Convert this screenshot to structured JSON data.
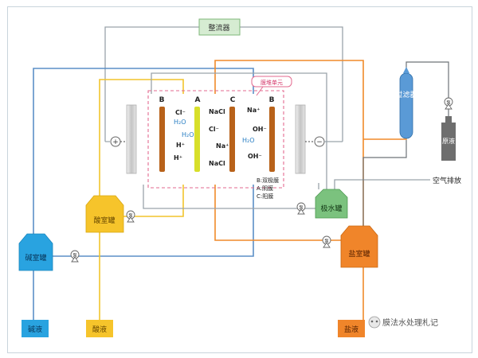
{
  "diagram": {
    "rectifier": "整流器",
    "membrane_stack_label": "膜堆单元",
    "membrane_letters": {
      "left_b": "B",
      "a": "A",
      "c": "C",
      "right_b": "B"
    },
    "ion_labels": {
      "cl_left": "Cl⁻",
      "h2o_1": "H₂O",
      "h_plus_1": "H⁺",
      "h_plus_2": "H⁺",
      "nacl_top": "NaCl",
      "cl_mid": "Cl⁻",
      "na_mid": "Na⁺",
      "nacl_bottom": "NaCl",
      "na_right": "Na⁺",
      "oh_1": "OH⁻",
      "h2o_2": "H₂O",
      "oh_2": "OH⁻",
      "h2o_3": "H₂O"
    },
    "legend": {
      "b": "B:双极膜",
      "a": "A:阴膜",
      "c": "C:阳膜"
    },
    "tanks": {
      "acid_tank": "酸室罐",
      "alkali_tank": "碱室罐",
      "salt_tank": "盐室罐",
      "electrode_tank": "极水罐",
      "raw_liquid": "原液",
      "filter": "过滤器",
      "alkali_liquid": "碱液",
      "acid_liquid": "酸液",
      "salt_liquid": "盐液"
    },
    "pump_label": "泵",
    "air_exhaust": "空气排放",
    "electrode_signs": {
      "positive": "+",
      "negative": "−"
    },
    "watermark": "膜法水处理札记",
    "colors": {
      "rectifier_fill": "#d6ecd2",
      "line_blue": "#5b8fc7",
      "line_yellow": "#f2c42c",
      "line_orange": "#f08a2a",
      "line_grey": "#9aa3aa",
      "alkali_tank": "#29a3e0",
      "acid_tank": "#f6c42b",
      "salt_tank": "#f0852a",
      "electrode_tank": "#7bc27e",
      "bipolar_membrane": "#b8621a",
      "anion_membrane": "#d7df2a",
      "cation_membrane": "#b8621a",
      "raw_liquid_box": "#6e6e6e",
      "filter_fill": "#5a9ad6",
      "text_blue": "#2a7fc4"
    }
  }
}
